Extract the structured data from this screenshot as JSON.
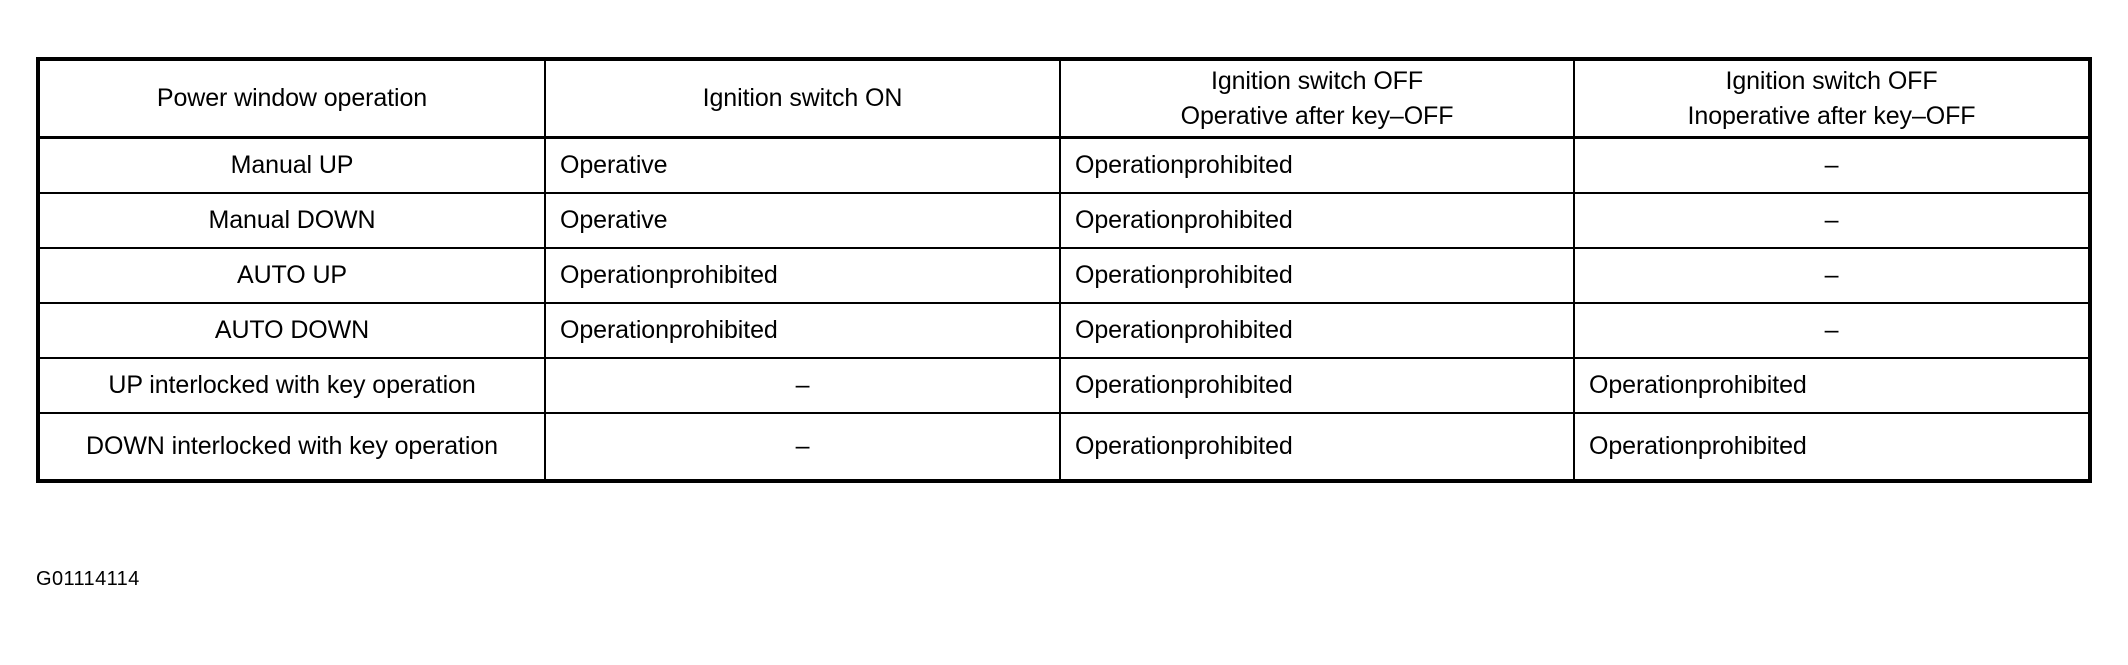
{
  "document": {
    "figure_caption": "G01114114"
  },
  "table": {
    "columns": [
      {
        "id": "operation",
        "lines": [
          "Power window operation"
        ],
        "align": "center"
      },
      {
        "id": "ign_on",
        "lines": [
          "Ignition switch ON"
        ],
        "align": "left"
      },
      {
        "id": "ign_off_operative",
        "lines": [
          "Ignition switch OFF",
          "Operative after key–OFF"
        ],
        "align": "left"
      },
      {
        "id": "ign_off_inoperative",
        "lines": [
          "Ignition switch OFF",
          "Inoperative after key–OFF"
        ],
        "align": "left"
      }
    ],
    "rows": [
      {
        "operation": "Manual UP",
        "ign_on": "Operative",
        "ign_off_operative": "Operationprohibited",
        "ign_off_inoperative": "–",
        "tall": false
      },
      {
        "operation": "Manual DOWN",
        "ign_on": "Operative",
        "ign_off_operative": "Operationprohibited",
        "ign_off_inoperative": "–",
        "tall": false
      },
      {
        "operation": "AUTO UP",
        "ign_on": "Operationprohibited",
        "ign_off_operative": "Operationprohibited",
        "ign_off_inoperative": "–",
        "tall": false
      },
      {
        "operation": "AUTO DOWN",
        "ign_on": "Operationprohibited",
        "ign_off_operative": "Operationprohibited",
        "ign_off_inoperative": "–",
        "tall": false
      },
      {
        "operation": "UP interlocked with key operation",
        "ign_on": "–",
        "ign_off_operative": "Operationprohibited",
        "ign_off_inoperative": "Operationprohibited",
        "tall": false
      },
      {
        "operation": "DOWN interlocked with key operation",
        "ign_on": "–",
        "ign_off_operative": "Operationprohibited",
        "ign_off_inoperative": "Operationprohibited",
        "tall": true
      }
    ]
  },
  "colors": {
    "ink": "#000000",
    "paper": "#ffffff"
  }
}
